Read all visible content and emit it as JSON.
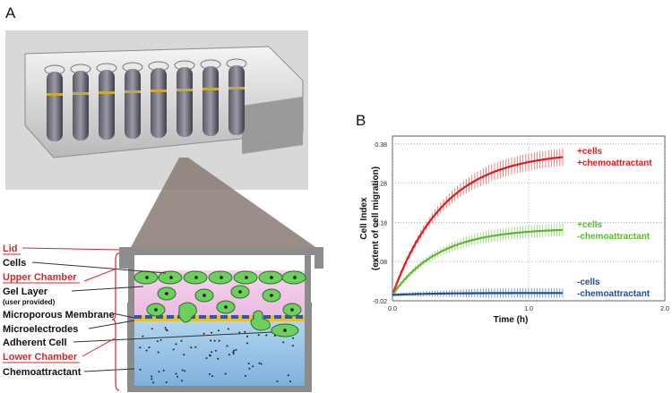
{
  "panels": {
    "a": "A",
    "b": "B"
  },
  "diagram": {
    "labels": [
      {
        "text": "Lid",
        "red": true
      },
      {
        "text": "Cells",
        "red": false
      },
      {
        "text": "Upper Chamber",
        "red": true
      },
      {
        "text": "Gel Layer",
        "red": false
      },
      {
        "text": "(user provided)",
        "red": false,
        "small": true
      },
      {
        "text": "Microporous Membrane",
        "red": false
      },
      {
        "text": "Microelectrodes",
        "red": false
      },
      {
        "text": "Adherent Cell",
        "red": false
      },
      {
        "text": "Lower Chamber",
        "red": true
      },
      {
        "text": "Chemoattractant",
        "red": false
      }
    ],
    "colors": {
      "label_red": "#d42a2a",
      "gel": "#f2c6e8",
      "lower": "#9fcbea",
      "cell": "#6ccf5e",
      "membrane_blue": "#2f54b8",
      "membrane_yellow": "#e2c13a"
    }
  },
  "chart_data": {
    "type": "line",
    "ylabel": "Cell Index",
    "ylabel2": "(extent of cell migration)",
    "xlabel": "Time (h)",
    "xlim": [
      0,
      2.0
    ],
    "ylim": [
      -0.02,
      0.4
    ],
    "yticks": [
      "0.38",
      "0.28",
      "0.18",
      "0.08",
      "-0.02"
    ],
    "ytick_values": [
      0.38,
      0.28,
      0.18,
      0.08,
      -0.02
    ],
    "xticks": [
      "0.0",
      "1.0",
      "2.0"
    ],
    "xtick_values": [
      0,
      1.0,
      2.0
    ],
    "grid": true,
    "series": [
      {
        "name1": "+cells",
        "name2": "+chemoattractant",
        "color": "#e11b1b",
        "plateau": 0.36,
        "tau": 0.38,
        "err": 0.022
      },
      {
        "name1": "+cells",
        "name2": "-chemoattractant",
        "color": "#5cb82f",
        "plateau": 0.165,
        "tau": 0.34,
        "err": 0.016
      },
      {
        "name1": "-cells",
        "name2": "-chemoattractant",
        "color": "#244a9c",
        "plateau": 0.0,
        "tau": 0.3,
        "err": 0.012
      }
    ],
    "t_end": 1.25
  }
}
